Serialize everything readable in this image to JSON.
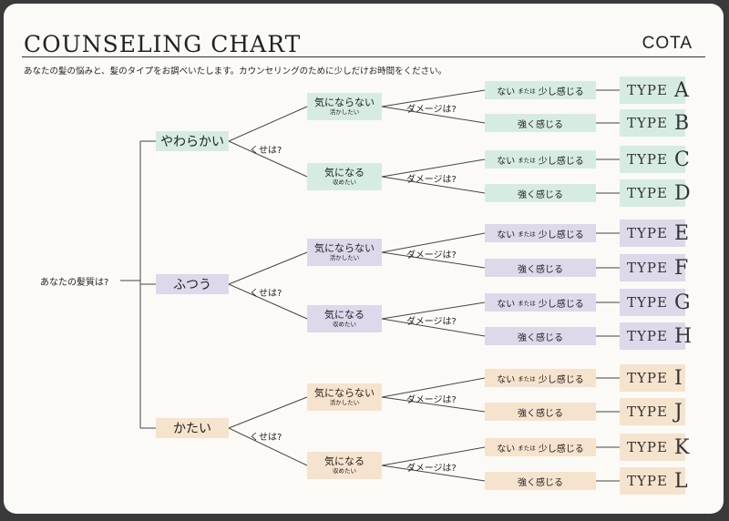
{
  "header": {
    "title": "COUNSELING CHART",
    "brand": "COTA",
    "intro": "あなたの髪の悩みと、髪のタイプをお調べいたします。カウンセリングのために少しだけお時間をください。"
  },
  "tree": {
    "root": "あなたの髪質は?",
    "q1": "くせは?",
    "q2": "ダメージは?",
    "colors": {
      "green": "#d6ece3",
      "purple": "#ddd8ea",
      "peach": "#f6e3cd",
      "line": "#444444"
    },
    "hair_types": [
      {
        "label": "やわらかい",
        "color": "green",
        "branches": [
          {
            "main": "気にならない",
            "sub": "活かしたい",
            "outcomes": [
              {
                "text": "ない",
                "mata": "または",
                "text2": "少し感じる",
                "type_word": "TYPE",
                "type_letter": "A"
              },
              {
                "text": "強く感じる",
                "mata": "",
                "text2": "",
                "type_word": "TYPE",
                "type_letter": "B"
              }
            ]
          },
          {
            "main": "気になる",
            "sub": "収めたい",
            "outcomes": [
              {
                "text": "ない",
                "mata": "または",
                "text2": "少し感じる",
                "type_word": "TYPE",
                "type_letter": "C"
              },
              {
                "text": "強く感じる",
                "mata": "",
                "text2": "",
                "type_word": "TYPE",
                "type_letter": "D"
              }
            ]
          }
        ]
      },
      {
        "label": "ふつう",
        "color": "purple",
        "branches": [
          {
            "main": "気にならない",
            "sub": "活かしたい",
            "outcomes": [
              {
                "text": "ない",
                "mata": "または",
                "text2": "少し感じる",
                "type_word": "TYPE",
                "type_letter": "E"
              },
              {
                "text": "強く感じる",
                "mata": "",
                "text2": "",
                "type_word": "TYPE",
                "type_letter": "F"
              }
            ]
          },
          {
            "main": "気になる",
            "sub": "収めたい",
            "outcomes": [
              {
                "text": "ない",
                "mata": "または",
                "text2": "少し感じる",
                "type_word": "TYPE",
                "type_letter": "G"
              },
              {
                "text": "強く感じる",
                "mata": "",
                "text2": "",
                "type_word": "TYPE",
                "type_letter": "H"
              }
            ]
          }
        ]
      },
      {
        "label": "かたい",
        "color": "peach",
        "branches": [
          {
            "main": "気にならない",
            "sub": "活かしたい",
            "outcomes": [
              {
                "text": "ない",
                "mata": "または",
                "text2": "少し感じる",
                "type_word": "TYPE",
                "type_letter": "I"
              },
              {
                "text": "強く感じる",
                "mata": "",
                "text2": "",
                "type_word": "TYPE",
                "type_letter": "J"
              }
            ]
          },
          {
            "main": "気になる",
            "sub": "収めたい",
            "outcomes": [
              {
                "text": "ない",
                "mata": "または",
                "text2": "少し感じる",
                "type_word": "TYPE",
                "type_letter": "K"
              },
              {
                "text": "強く感じる",
                "mata": "",
                "text2": "",
                "type_word": "TYPE",
                "type_letter": "L"
              }
            ]
          }
        ]
      }
    ]
  }
}
